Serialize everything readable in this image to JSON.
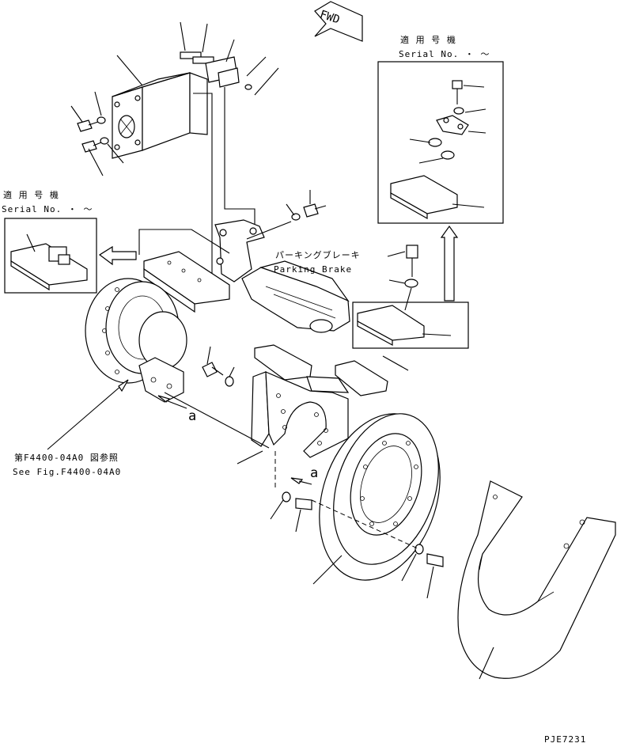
{
  "direction_marker": "FWD",
  "inset_top_right": {
    "jp": "適 用 号 機",
    "serial": "Serial No. ・ ～"
  },
  "inset_left": {
    "jp": "適 用 号 機",
    "serial": "Serial No. ・ ～"
  },
  "parking_brake": {
    "jp": "パーキングブレーキ",
    "en": "Parking Brake"
  },
  "reference": {
    "jp": "第F4400-04A0 図参照",
    "en": "See Fig.F4400-04A0"
  },
  "marker_a": "a",
  "drawing_code": "PJE7231"
}
